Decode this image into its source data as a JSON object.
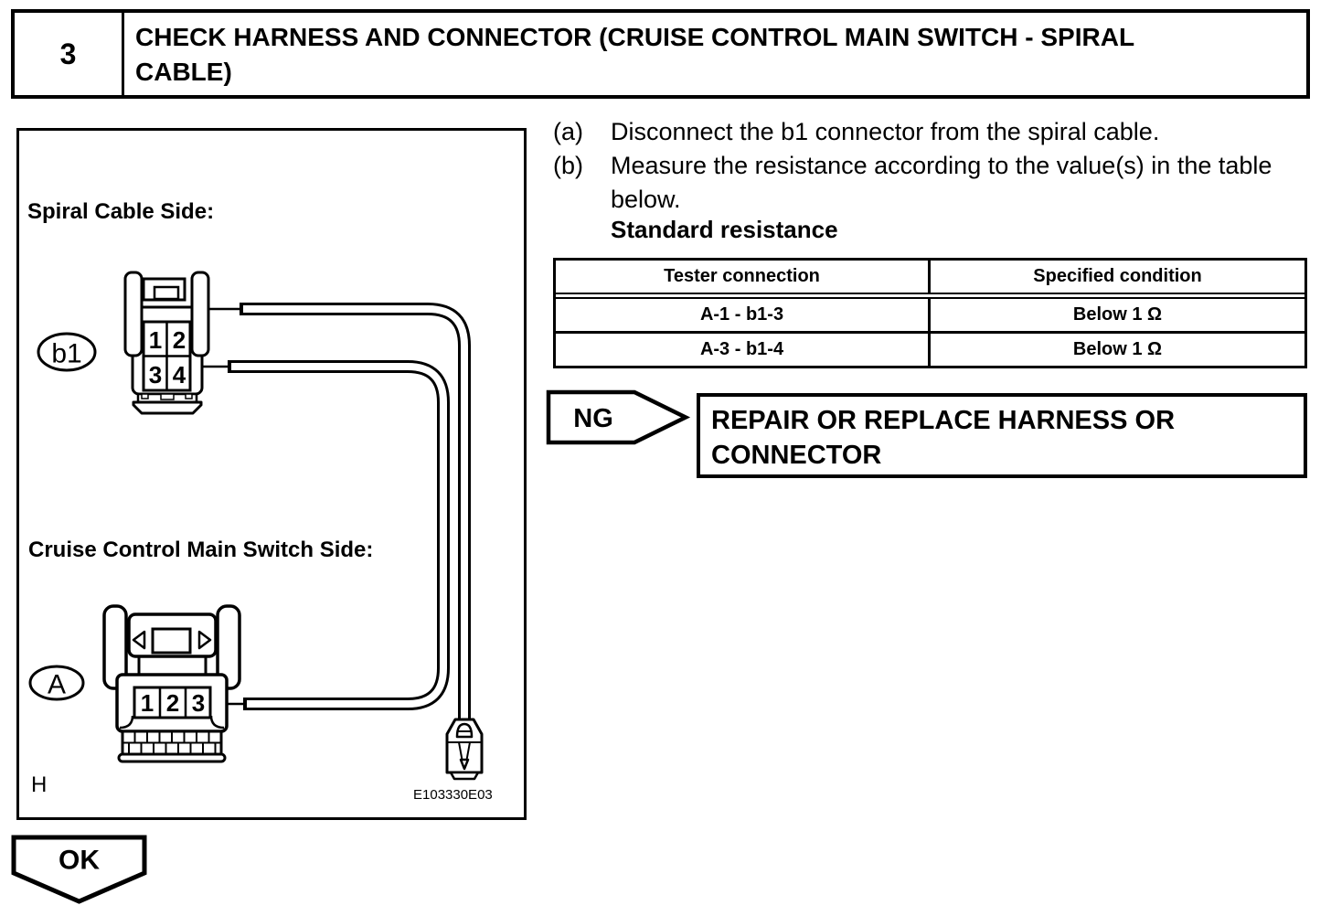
{
  "colors": {
    "ink": "#000000",
    "paper": "#ffffff"
  },
  "header": {
    "step_number": "3",
    "title": "CHECK HARNESS AND CONNECTOR (CRUISE CONTROL MAIN SWITCH - SPIRAL CABLE)"
  },
  "steps": [
    {
      "label": "(a)",
      "text": "Disconnect the b1 connector from the spiral cable."
    },
    {
      "label": "(b)",
      "text": "Measure the resistance according to the value(s) in the table below."
    }
  ],
  "standard_resistance_heading": "Standard resistance",
  "table": {
    "headers": [
      "Tester connection",
      "Specified condition"
    ],
    "rows": [
      [
        "A-1 - b1-3",
        "Below 1 Ω"
      ],
      [
        "A-3 - b1-4",
        "Below 1 Ω"
      ]
    ]
  },
  "ng": {
    "label": "NG",
    "action": "REPAIR OR REPLACE HARNESS OR CONNECTOR"
  },
  "ok": {
    "label": "OK"
  },
  "diagram": {
    "spiral_side_label": "Spiral Cable Side:",
    "cruise_side_label": "Cruise Control Main Switch Side:",
    "b1_connector_label": "b1",
    "a_connector_label": "A",
    "b1_pins": [
      "1",
      "2",
      "3",
      "4"
    ],
    "a_pins": [
      "1",
      "2",
      "3"
    ],
    "h_label": "H",
    "figure_id": "E103330E03"
  }
}
